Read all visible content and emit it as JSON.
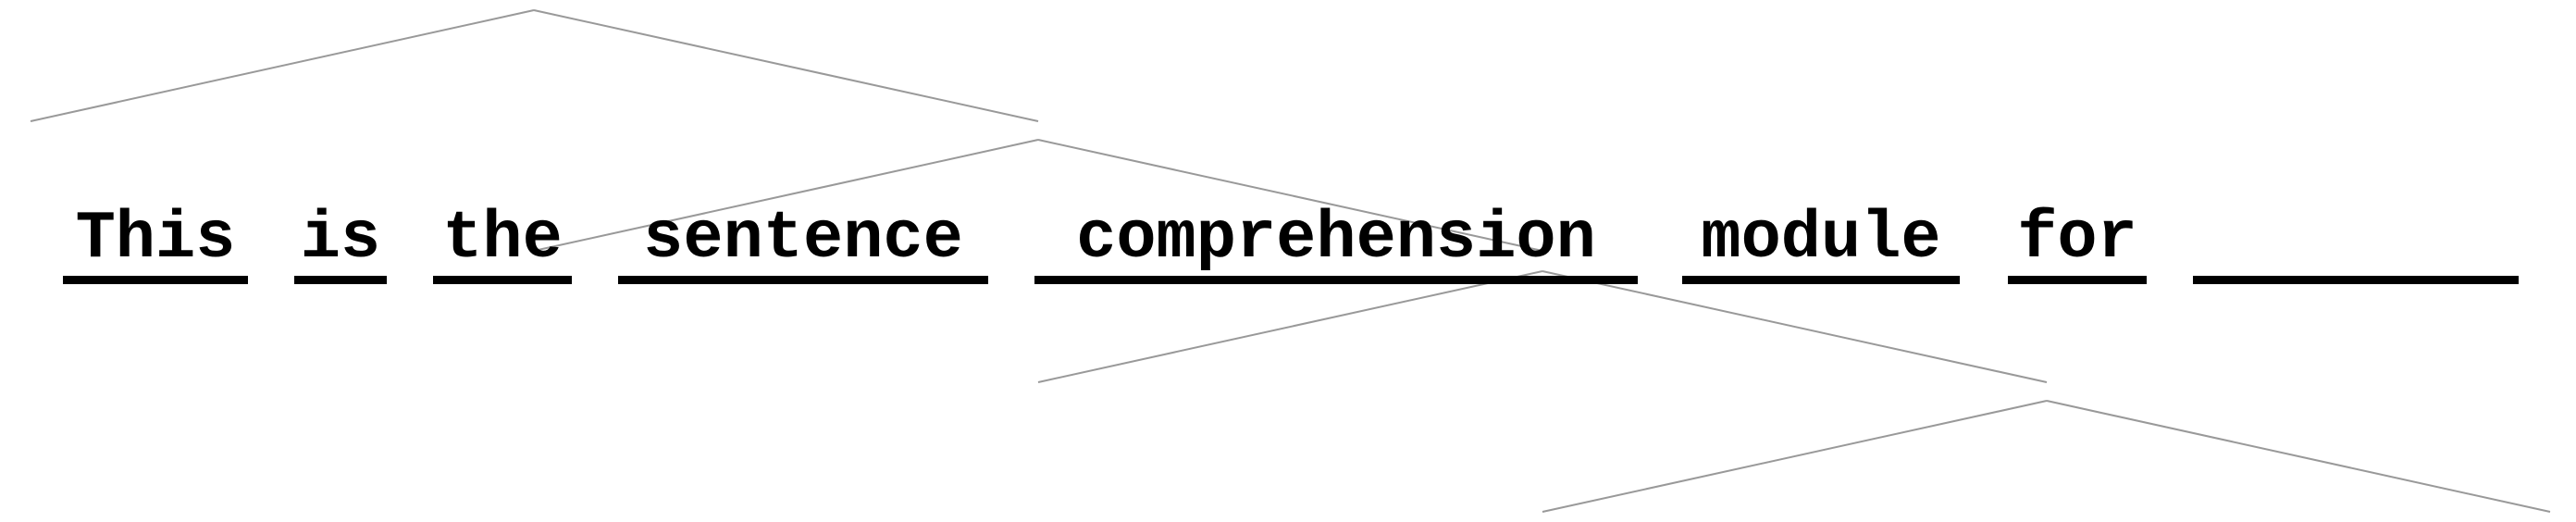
{
  "sentence": {
    "words": [
      "This",
      "is",
      "the",
      "sentence",
      "comprehension",
      "module",
      "for",
      ""
    ]
  },
  "tree": {
    "line_color": "#999999"
  },
  "underline_color": "#000000",
  "text_color": "#000000"
}
